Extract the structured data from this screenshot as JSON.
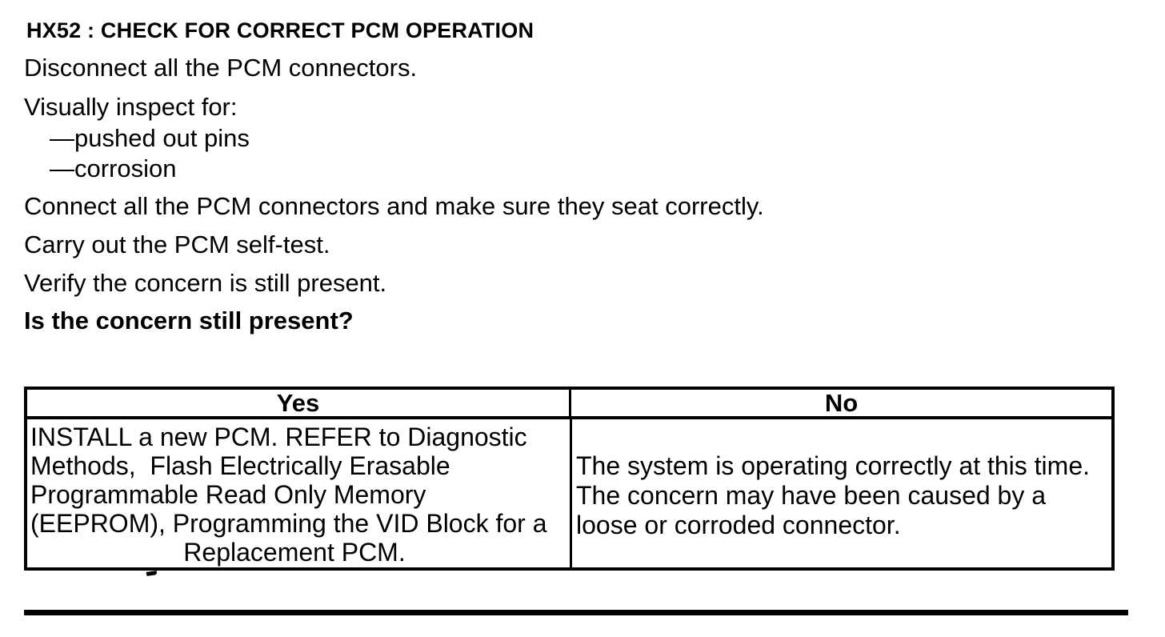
{
  "colors": {
    "ink": "#000000",
    "paper": "#ffffff"
  },
  "document": {
    "title": "HX52 : CHECK FOR CORRECT PCM OPERATION",
    "steps": {
      "disconnect": "Disconnect all the PCM connectors.",
      "inspect": "Visually inspect for:",
      "inspect_item_1": "—pushed out pins",
      "inspect_item_2": "—corrosion",
      "connect": "Connect all the PCM connectors and make sure they seat correctly.",
      "selftest": "Carry out the PCM self-test.",
      "verify": "Verify the concern is still present.",
      "question": "Is the concern still present?"
    },
    "decision_table": {
      "yes_header": "Yes",
      "no_header": "No",
      "yes_lines": [
        "INSTALL a new PCM. REFER to Diagnostic",
        "Methods,  Flash Electrically Erasable",
        "Programmable Read Only Memory",
        "(EEPROM), Programming the VID Block for a",
        "Replacement PCM."
      ],
      "no_lines": [
        "The system is operating correctly at this time.",
        "The concern may have been caused by a",
        "loose or corroded connector."
      ]
    }
  }
}
